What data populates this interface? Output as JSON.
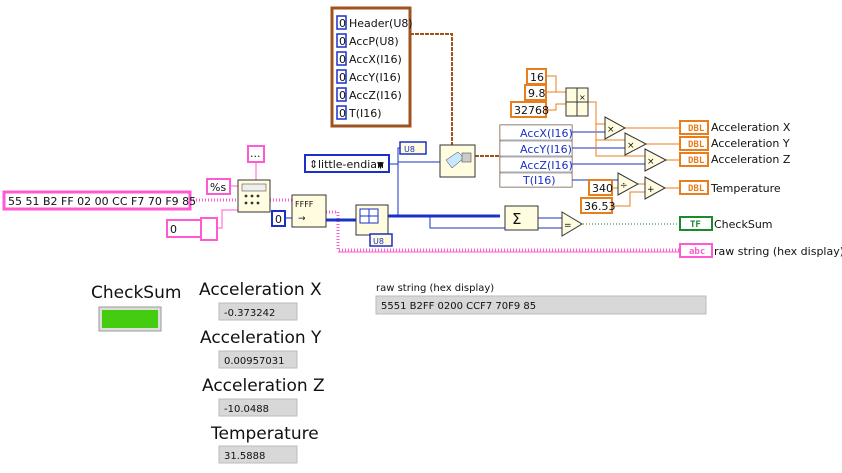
{
  "cluster": {
    "items": [
      {
        "value": "0",
        "label": "Header(U8)"
      },
      {
        "value": "0",
        "label": "AccP(U8)"
      },
      {
        "value": "0",
        "label": "AccX(I16)"
      },
      {
        "value": "0",
        "label": "AccY(I16)"
      },
      {
        "value": "0",
        "label": "AccZ(I16)"
      },
      {
        "value": "0",
        "label": "T(I16)"
      }
    ]
  },
  "constants": {
    "c16": "16",
    "c9_8": "9.8",
    "c32768": "32768",
    "c340": "340",
    "c36_53": "36.53",
    "zero_index": "0",
    "zero_small": "0",
    "format": "%s",
    "ellipsis": "...",
    "hex_input": "55 51 B2 FF 02 00 CC F7 70 F9 85",
    "u8_left": "U8",
    "u8_bottom": "U8"
  },
  "endian": {
    "selected": "little-endian",
    "arrow": "▼"
  },
  "unbundle": {
    "items": [
      "AccX(I16)",
      "AccY(I16)",
      "AccZ(I16)",
      "T(I16)"
    ]
  },
  "outputs": {
    "acc_x": "Acceleration X",
    "acc_y": "Acceleration Y",
    "acc_z": "Acceleration Z",
    "temperature": "Temperature",
    "checksum": "CheckSum",
    "raw_string": "raw string (hex display)",
    "dbl_tag": "DBL",
    "tf_tag": "TF",
    "abc_tag": "abc"
  },
  "front_panel": {
    "checksum_label": "CheckSum",
    "checksum_led_color": "#44cc10",
    "acc_x_label": "Acceleration X",
    "acc_x_value": "-0.373242",
    "acc_y_label": "Acceleration Y",
    "acc_y_value": "0.00957031",
    "acc_z_label": "Acceleration Z",
    "acc_z_value": "-10.0488",
    "temp_label": "Temperature",
    "temp_value": "31.5888",
    "raw_label": "raw string (hex display)",
    "raw_value": "5551 B2FF 0200 CCF7 70F9 85"
  }
}
